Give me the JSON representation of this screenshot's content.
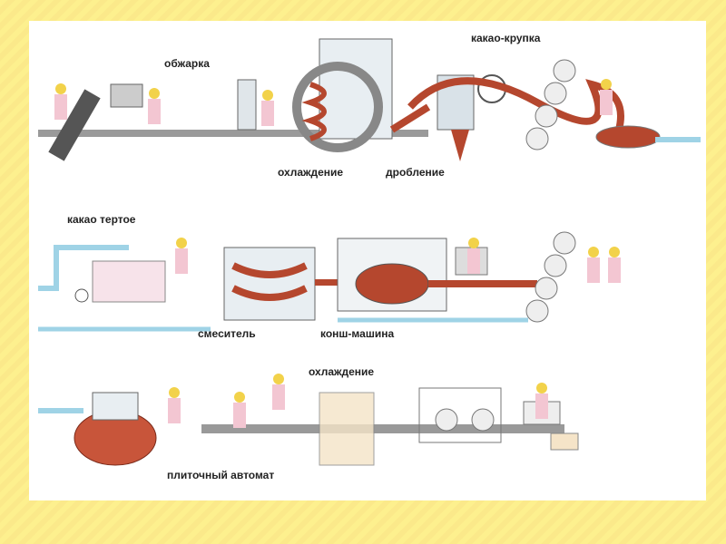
{
  "labels": {
    "roasting": "обжарка",
    "cooling1": "охлаждение",
    "crushing": "дробление",
    "cocoa_nibs": "какао-крупка",
    "cocoa_liquor": "какао тертое",
    "mixer": "смеситель",
    "conche": "конш-машина",
    "cooling2": "охлаждение",
    "bar_machine": "плиточный автомат"
  },
  "colors": {
    "background": "#fdf08e",
    "pipe": "#9fd3e6",
    "chocolate": "#b5472e",
    "machine": "#e8eef2",
    "worker_helmet": "#f2d24a",
    "worker_body": "#f3c6d2"
  }
}
